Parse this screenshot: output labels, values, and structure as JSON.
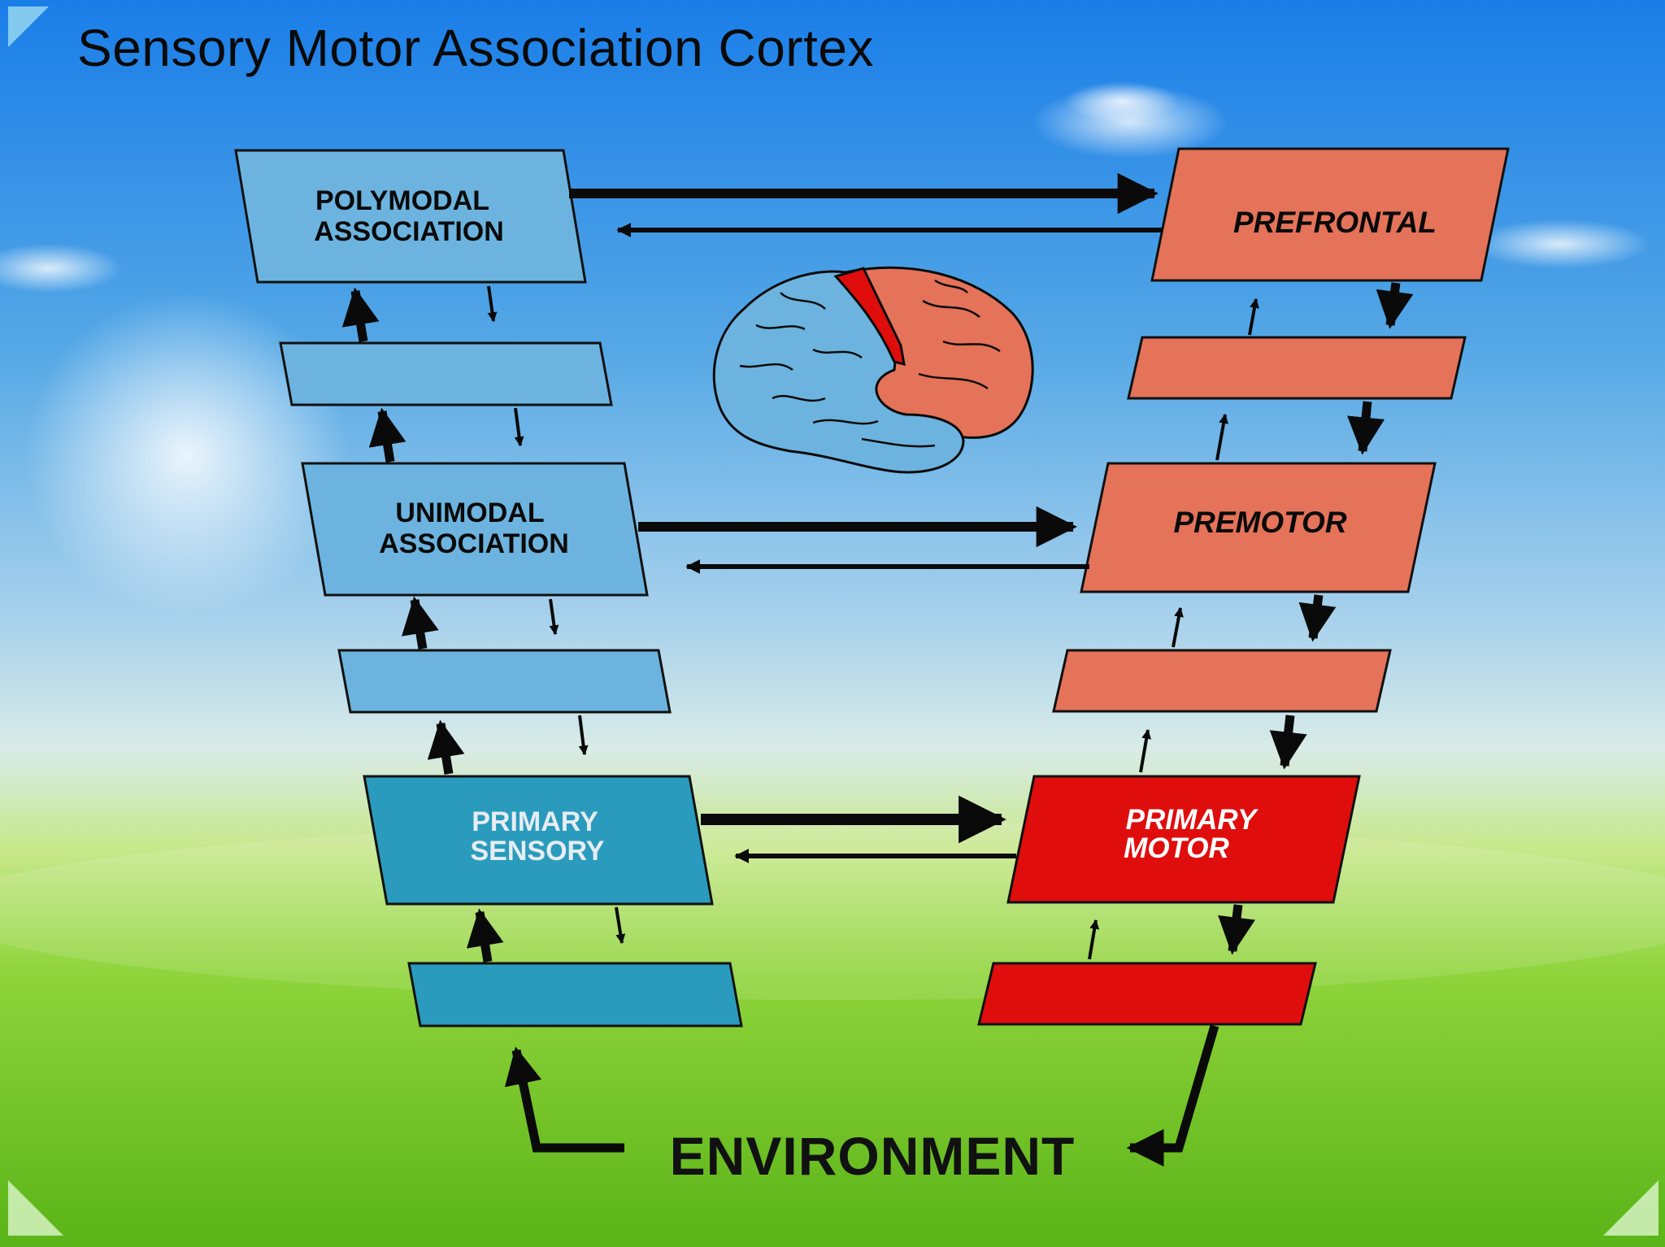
{
  "title": "Sensory Motor Association Cortex",
  "colors": {
    "sensory_association": "#6cb4df",
    "sensory_primary": "#2a9bbd",
    "motor_association": "#e4735a",
    "motor_primary": "#e00d0d",
    "arrow": "#0a0a0a"
  },
  "diagram": {
    "sensory_stack": {
      "polymodal": {
        "line1": "POLYMODAL",
        "line2": "ASSOCIATION"
      },
      "unimodal": {
        "line1": "UNIMODAL",
        "line2": "ASSOCIATION"
      },
      "primary": {
        "line1": "PRIMARY",
        "line2": "SENSORY"
      }
    },
    "motor_stack": {
      "prefrontal": {
        "label": "PREFRONTAL"
      },
      "premotor": {
        "label": "PREMOTOR"
      },
      "primary": {
        "line1": "PRIMARY",
        "line2": "MOTOR"
      }
    },
    "environment": "ENVIRONMENT",
    "brain_icon": "brain-lateral-view"
  }
}
